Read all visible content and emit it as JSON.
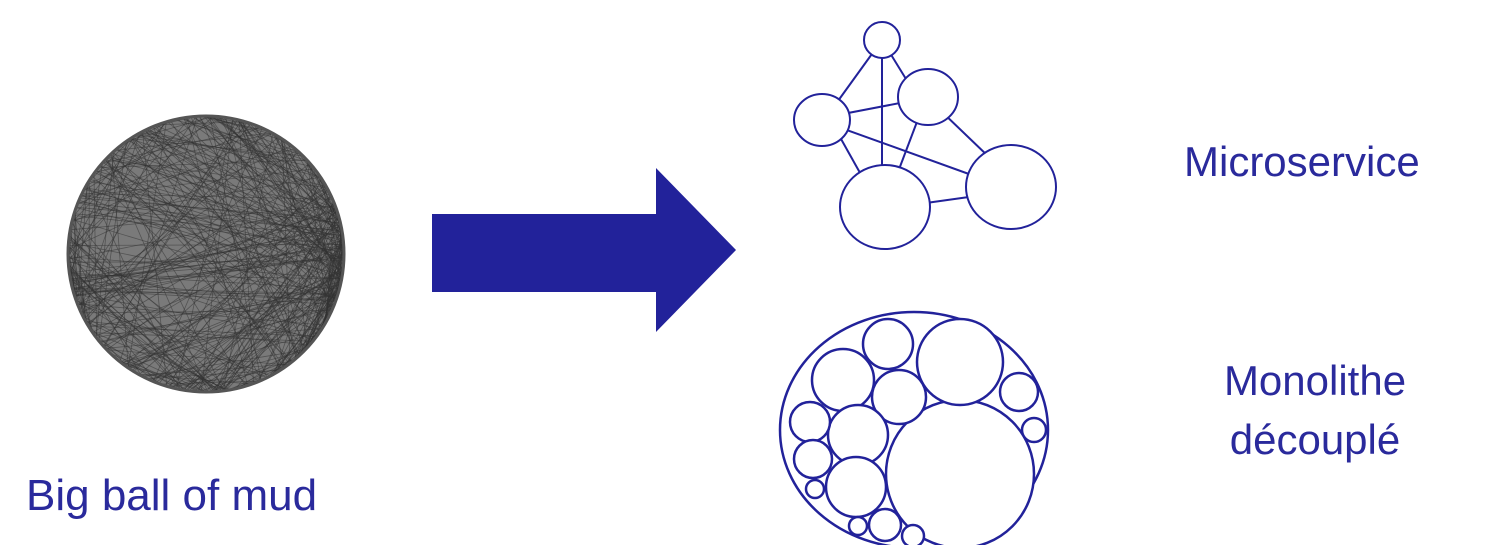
{
  "labels": {
    "big_ball_of_mud": "Big ball of mud",
    "microservice": "Microservice",
    "monolith_line1": "Monolithe",
    "monolith_line2": "découplé"
  },
  "colors": {
    "accent": "#22229a",
    "mud": "#555555"
  },
  "icons": {
    "mud_ball": "tangled-ball-icon",
    "arrow": "right-arrow-icon",
    "microservice_graph": "network-graph-icon",
    "monolith_circles": "nested-circles-icon"
  }
}
